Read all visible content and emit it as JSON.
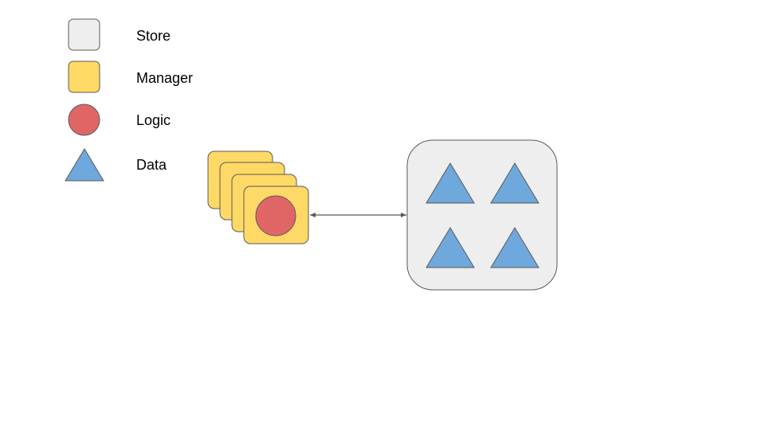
{
  "legend": {
    "items": [
      {
        "label": "Store",
        "shape": "rounded-square",
        "color": "#eeeeee"
      },
      {
        "label": "Manager",
        "shape": "rounded-square",
        "color": "#ffd966"
      },
      {
        "label": "Logic",
        "shape": "circle",
        "color": "#e06666"
      },
      {
        "label": "Data",
        "shape": "triangle",
        "color": "#6fa8dc"
      }
    ]
  },
  "colors": {
    "stroke": "#595959",
    "connector": "#595959"
  },
  "diagram": {
    "manager_stack_count": 4,
    "store_data_count": 4,
    "connector": {
      "arrowheads": "both"
    }
  }
}
